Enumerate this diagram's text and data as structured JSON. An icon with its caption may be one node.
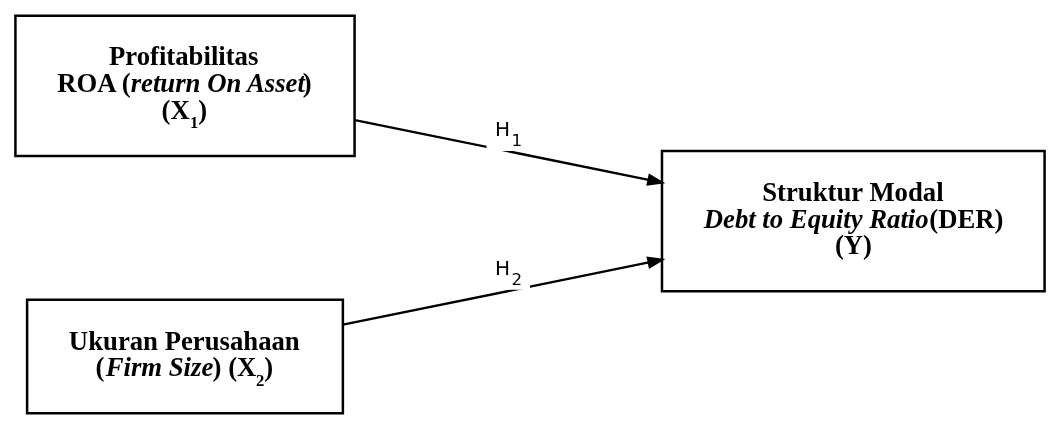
{
  "diagram": {
    "nodes": [
      {
        "text": [
          "Profitabilitas",
          "ROA (*return On Asset*)",
          "(X$_{1}$)"
        ]
      },
      {
        "text": [
          "Ukuran Perusahaan",
          "(*Firm Size*) (X$_{2}$)"
        ]
      },
      {
        "text": [
          "Struktur Modal",
          "*Debt to Equity Ratio*(DER)",
          "(Y)"
        ]
      }
    ],
    "edges": [
      {
        "from": 0,
        "to": 2,
        "arrow": "to",
        "label": "H$_{1}$"
      },
      {
        "from": 1,
        "to": 2,
        "arrow": "to",
        "label": "H$_{2}$"
      }
    ]
  }
}
